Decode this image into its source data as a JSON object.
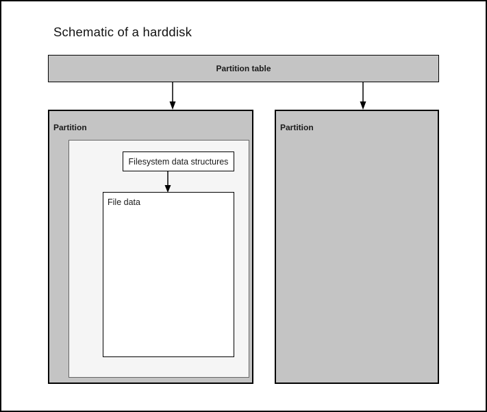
{
  "diagram": {
    "title": "Schematic of a harddisk",
    "partition_table": {
      "label": "Partition table"
    },
    "left_partition": {
      "label": "Partition",
      "filesystem_box": {
        "label": "Filesystem data structures"
      },
      "file_data_box": {
        "label": "File data"
      }
    },
    "right_partition": {
      "label": "Partition"
    },
    "colors": {
      "background": "#ffffff",
      "page_border": "#000000",
      "partition_fill": "#c4c4c4",
      "partition_border": "#000000",
      "inner_area_fill": "#f5f5f5",
      "inner_area_border": "#666666",
      "white_box_fill": "#ffffff",
      "white_box_border": "#000000",
      "text": "#1a1a1a",
      "arrow": "#000000"
    }
  }
}
